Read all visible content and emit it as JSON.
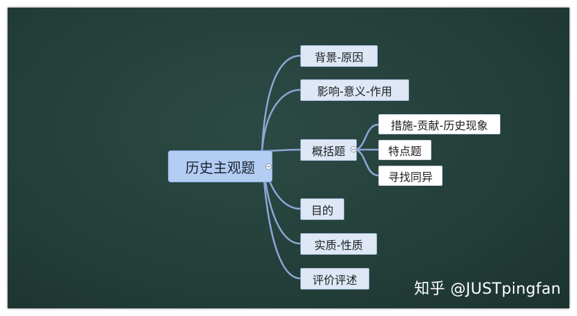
{
  "mindmap": {
    "root": "历史主观题",
    "branches": [
      {
        "label": "背景-原因"
      },
      {
        "label": "影响-意义-作用"
      },
      {
        "label": "概括题",
        "children": [
          "措施-贡献-历史现象",
          "特点题",
          "寻找同异"
        ]
      },
      {
        "label": "目的"
      },
      {
        "label": "实质-性质"
      },
      {
        "label": "评价评述"
      }
    ]
  },
  "watermark": "知乎 @JUSTpingfan",
  "colors": {
    "background": "#243f3a",
    "connector": "#8ea6d6",
    "root_fill": "#b3cdf3",
    "branch_fill": "#dde7f5",
    "leaf_fill": "#ffffff"
  }
}
